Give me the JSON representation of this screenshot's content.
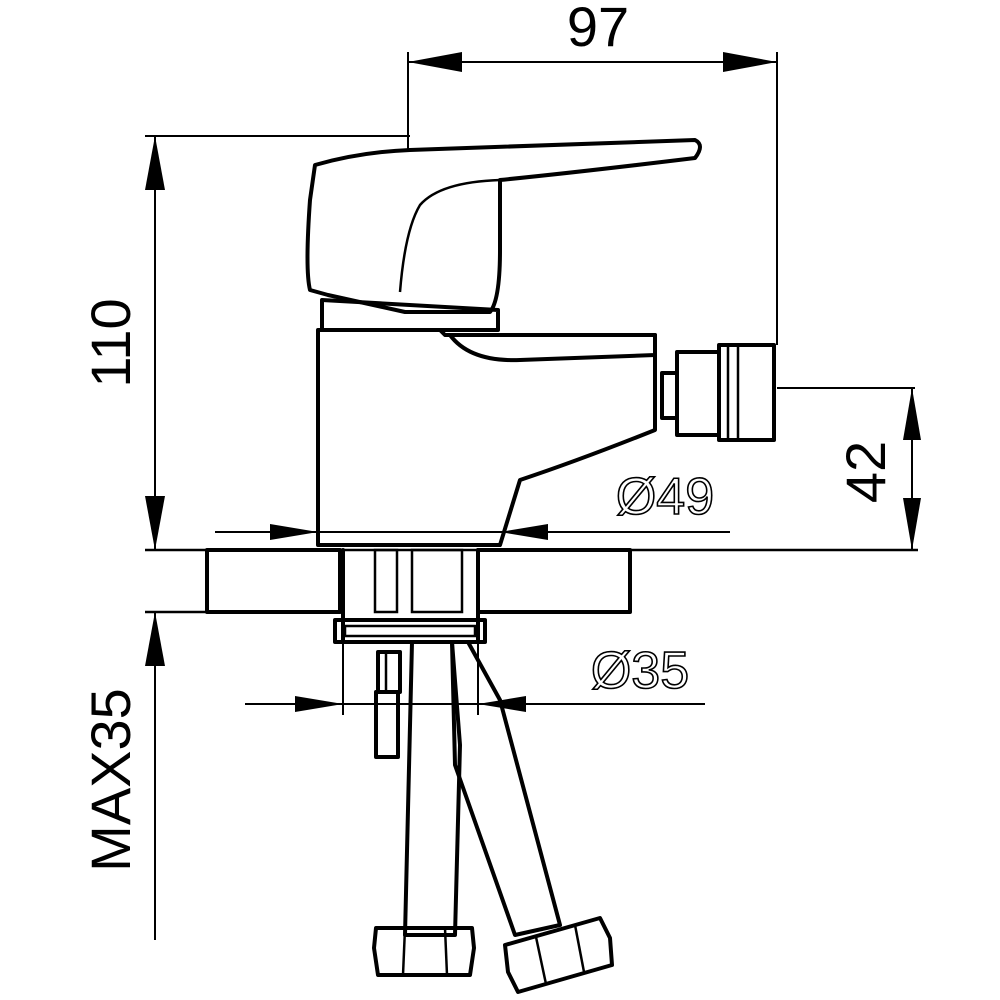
{
  "dimensions": {
    "width": "97",
    "height": "110",
    "outlet_height": "42",
    "body_diameter": "Ø49",
    "hole_diameter": "Ø35",
    "max_counter": "MAX35"
  }
}
